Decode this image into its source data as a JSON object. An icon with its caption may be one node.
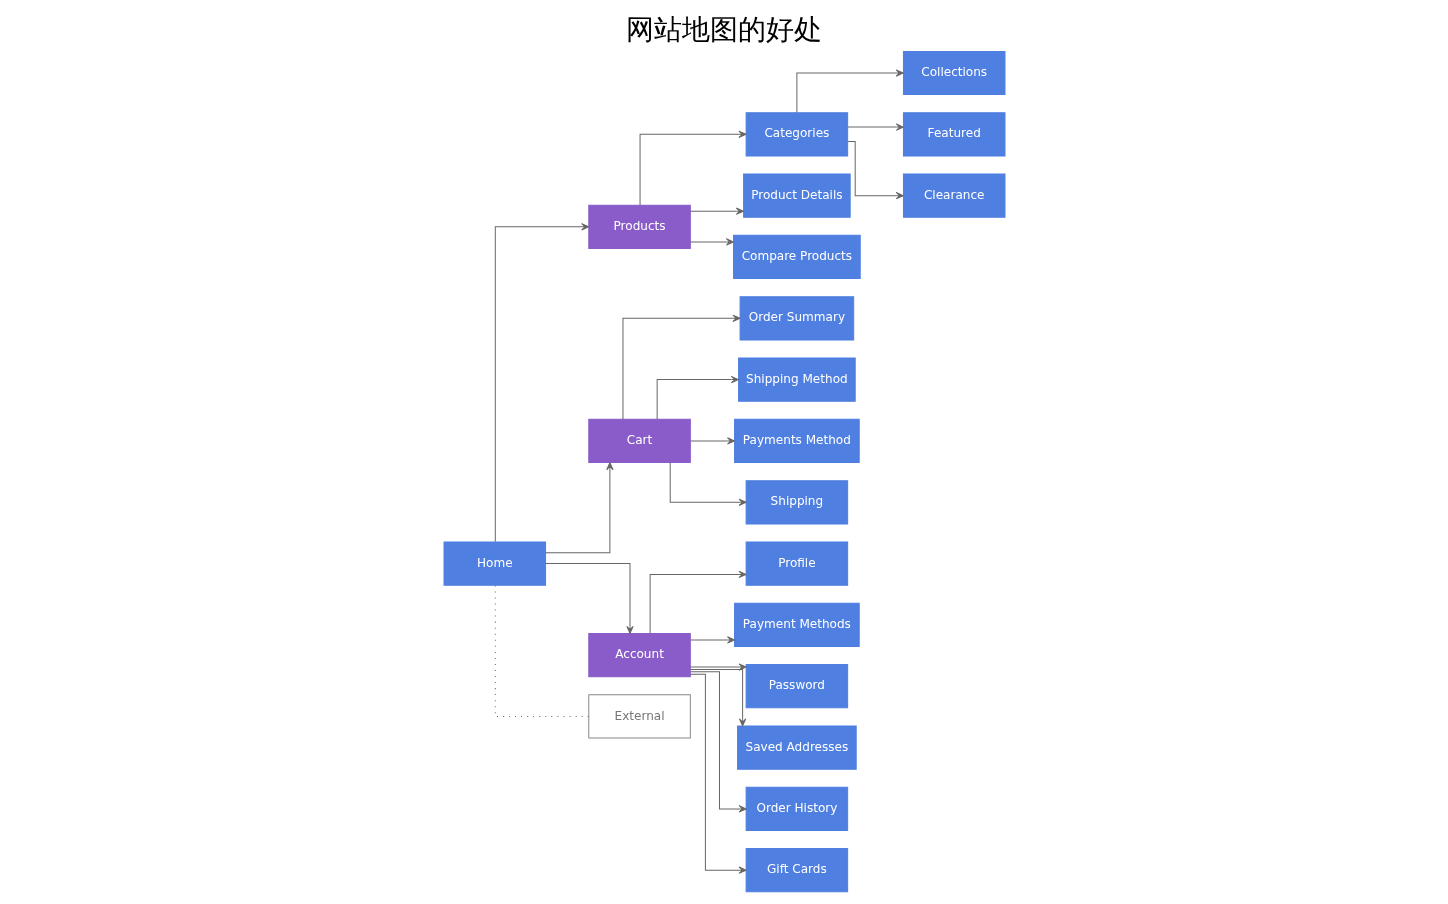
{
  "diagram": {
    "title": "网站地图的好处",
    "nodes": [
      {
        "text": [
          "Home"
        ]
      },
      {
        "text": [
          "Products"
        ]
      },
      {
        "text": [
          "Cart"
        ]
      },
      {
        "text": [
          "Account"
        ]
      },
      {
        "text": [
          "Categories"
        ]
      },
      {
        "text": [
          "Collections"
        ]
      },
      {
        "text": [
          "Featured"
        ]
      },
      {
        "text": [
          "Clearance"
        ]
      },
      {
        "text": [
          "Product Details"
        ]
      },
      {
        "text": [
          "Compare Products"
        ]
      },
      {
        "text": [
          "Order Summary"
        ]
      },
      {
        "text": [
          "Shipping Method"
        ]
      },
      {
        "text": [
          "Payments Method"
        ]
      },
      {
        "text": [
          "Shipping"
        ]
      },
      {
        "text": [
          "Profile"
        ]
      },
      {
        "text": [
          "Payment Methods"
        ]
      },
      {
        "text": [
          "Password"
        ]
      },
      {
        "text": [
          "Saved Addresses"
        ]
      },
      {
        "text": [
          "Order History"
        ]
      },
      {
        "text": [
          "Gift Cards"
        ]
      },
      {
        "text": [
          "External"
        ]
      }
    ],
    "edges": [
      {
        "from": 0,
        "to": 1,
        "arrow": "to"
      },
      {
        "from": 0,
        "to": 2,
        "arrow": "to"
      },
      {
        "from": 0,
        "to": 3,
        "arrow": "to"
      },
      {
        "from": 0,
        "to": 20,
        "arrow": "none",
        "style": "dashed"
      },
      {
        "from": 1,
        "to": 4,
        "arrow": "to"
      },
      {
        "from": 4,
        "to": 5,
        "arrow": "to"
      },
      {
        "from": 4,
        "to": 6,
        "arrow": "to"
      },
      {
        "from": 4,
        "to": 7,
        "arrow": "to"
      },
      {
        "from": 1,
        "to": 8,
        "arrow": "to"
      },
      {
        "from": 1,
        "to": 9,
        "arrow": "to"
      },
      {
        "from": 2,
        "to": 10,
        "arrow": "to"
      },
      {
        "from": 2,
        "to": 11,
        "arrow": "to"
      },
      {
        "from": 2,
        "to": 12,
        "arrow": "to"
      },
      {
        "from": 2,
        "to": 13,
        "arrow": "to"
      },
      {
        "from": 3,
        "to": 14,
        "arrow": "to"
      },
      {
        "from": 3,
        "to": 15,
        "arrow": "to"
      },
      {
        "from": 3,
        "to": 16,
        "arrow": "to"
      },
      {
        "from": 3,
        "to": 17,
        "arrow": "to"
      },
      {
        "from": 3,
        "to": 18,
        "arrow": "to"
      },
      {
        "from": 3,
        "to": 19,
        "arrow": "to"
      }
    ]
  }
}
